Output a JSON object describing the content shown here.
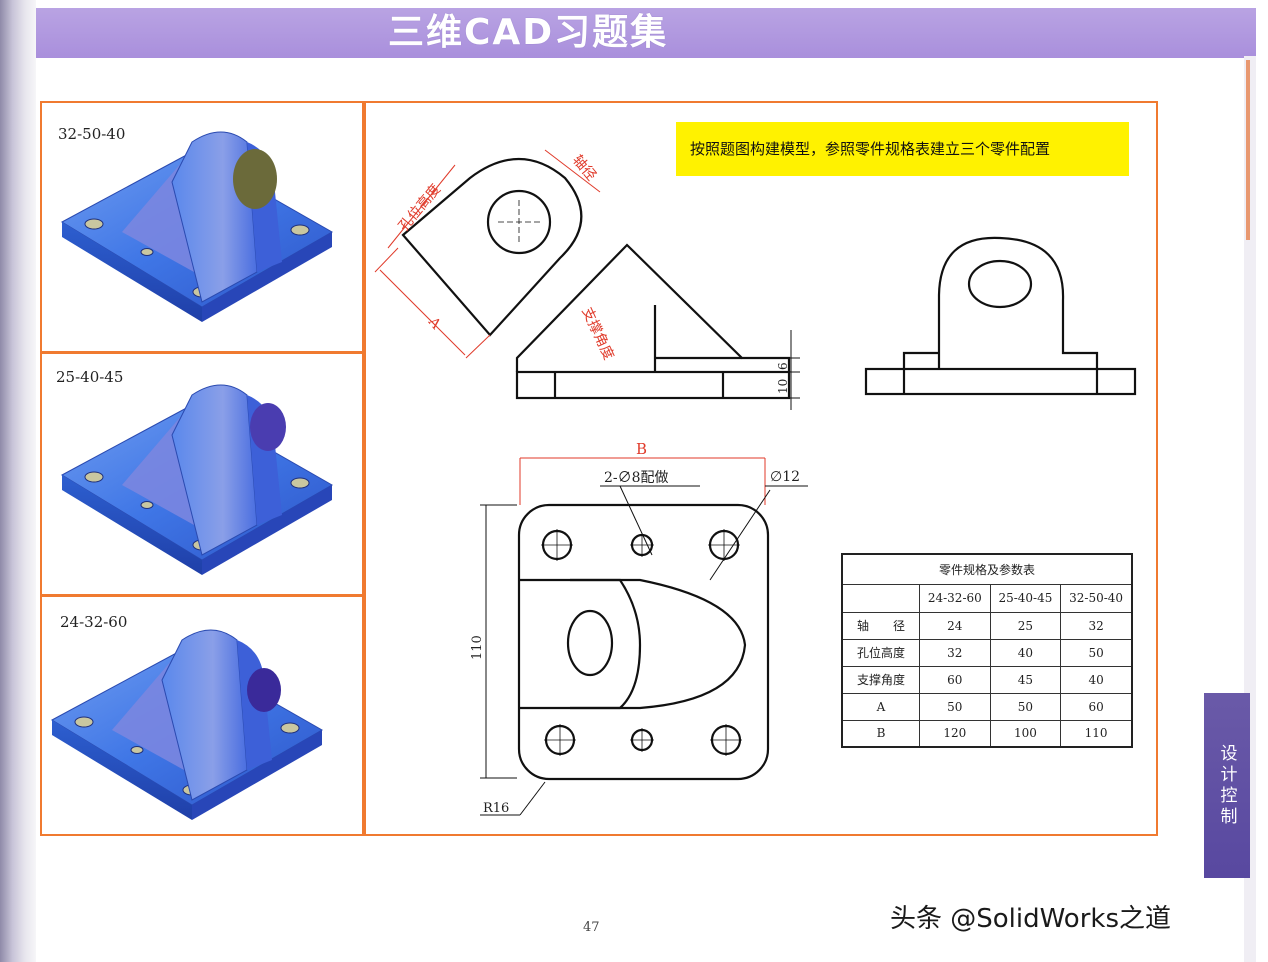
{
  "header": {
    "title": "三维CAD习题集"
  },
  "variants": [
    {
      "label": "32-50-40"
    },
    {
      "label": "25-40-45"
    },
    {
      "label": "24-32-60"
    }
  ],
  "instruction": "按照题图构建模型，参照零件规格表建立三个零件配置",
  "dimensions": {
    "shaft_diameter": "轴径",
    "hole_height": "孔位高度",
    "support_angle": "支撑角度",
    "a": "A",
    "b": "B",
    "h6": "6",
    "h10": "10",
    "holes": "2-∅8配做",
    "d12": "∅12",
    "h110": "110",
    "r16": "R16"
  },
  "spec_table": {
    "title": "零件规格及参数表",
    "columns": [
      "24-32-60",
      "25-40-45",
      "32-50-40"
    ],
    "rows": [
      {
        "label": "轴　　径",
        "values": [
          "24",
          "25",
          "32"
        ]
      },
      {
        "label": "孔位高度",
        "values": [
          "32",
          "40",
          "50"
        ]
      },
      {
        "label": "支撑角度",
        "values": [
          "60",
          "45",
          "40"
        ]
      },
      {
        "label": "A",
        "values": [
          "50",
          "50",
          "60"
        ]
      },
      {
        "label": "B",
        "values": [
          "120",
          "100",
          "110"
        ]
      }
    ]
  },
  "side_tab": "设计控制",
  "page_number": "47",
  "watermark": "头条 @SolidWorks之道",
  "colors": {
    "frame": "#f07a30",
    "dimension": "#e03a2a",
    "header": "#a98fdc",
    "model_blue": "#3a6fe0",
    "highlight": "#fff200",
    "tab": "#5848a0"
  }
}
